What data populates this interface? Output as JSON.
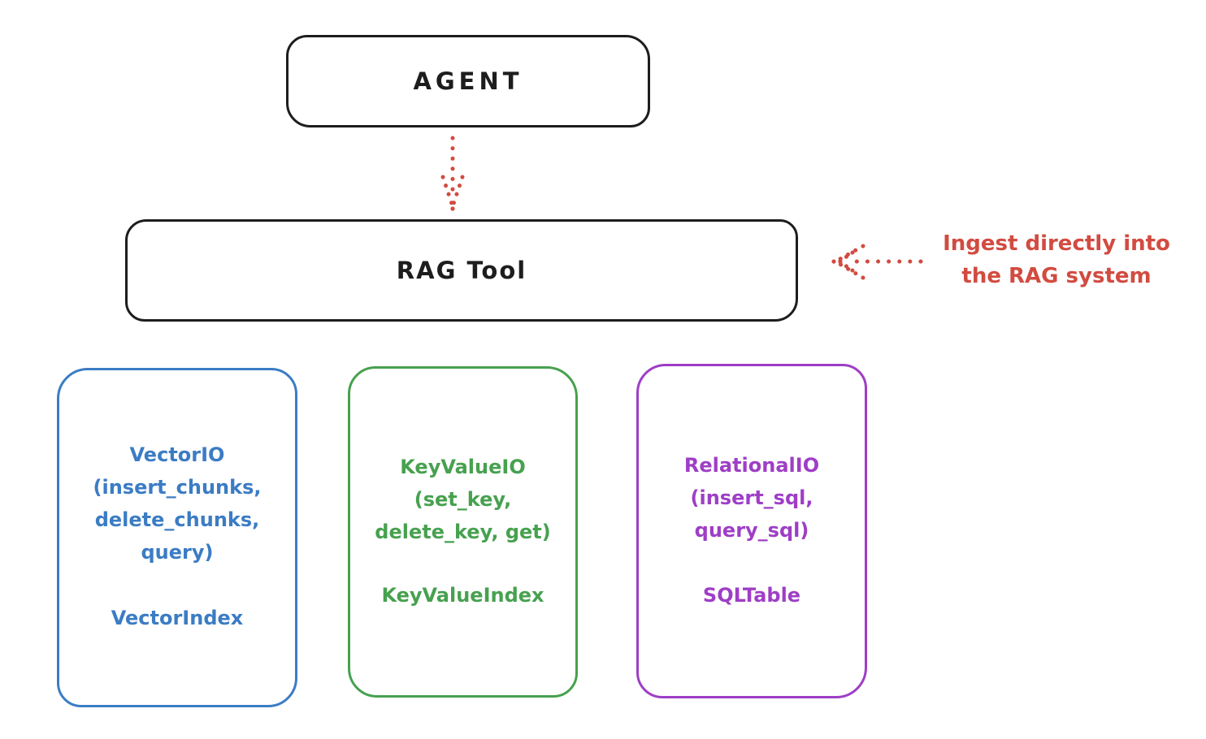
{
  "colors": {
    "background": "#ffffff",
    "ink": "#1d1d1d",
    "red": "#d24b40",
    "blue": "#3b7cc4",
    "green": "#47a14f",
    "purple": "#9e3ec6"
  },
  "agent_box": {
    "label": "AGENT"
  },
  "rag_box": {
    "label": "RAG Tool"
  },
  "agent_to_rag_arrow": {
    "style": "dotted",
    "direction": "down"
  },
  "annotation": {
    "text_line1": "Ingest directly into",
    "text_line2": "the RAG system",
    "arrow_style": "dotted",
    "arrow_direction": "left"
  },
  "io_boxes": [
    {
      "title": "VectorIO",
      "lines": [
        "VectorIO",
        "(insert_chunks,",
        "delete_chunks,",
        "query)"
      ],
      "index_label": "VectorIndex"
    },
    {
      "title": "KeyValueIO",
      "lines": [
        "KeyValueIO",
        "(set_key,",
        "delete_key, get)"
      ],
      "index_label": "KeyValueIndex"
    },
    {
      "title": "RelationalIO",
      "lines": [
        "RelationalIO",
        "(insert_sql,",
        "query_sql)"
      ],
      "index_label": "SQLTable"
    }
  ]
}
